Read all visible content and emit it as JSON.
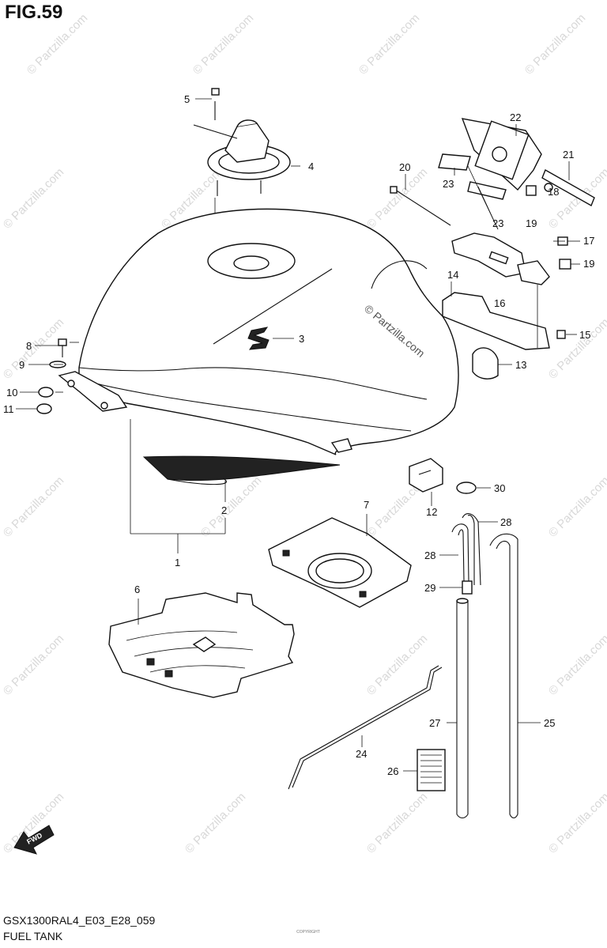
{
  "figure": {
    "title": "FIG.59"
  },
  "watermark": "© Partzilla.com",
  "tank_watermark": "© Partzilla.com",
  "fwd_label": "FWD",
  "callouts": [
    "1",
    "2",
    "3",
    "4",
    "5",
    "6",
    "7",
    "8",
    "9",
    "10",
    "11",
    "12",
    "13",
    "14",
    "15",
    "16",
    "17",
    "18",
    "19",
    "19",
    "20",
    "21",
    "22",
    "23",
    "23",
    "24",
    "25",
    "26",
    "27",
    "28",
    "28",
    "29",
    "30"
  ],
  "footer": {
    "model_code": "GSX1300RAL4_E03_E28_059",
    "caption": "FUEL TANK",
    "copyright": "COPYRIGHT"
  }
}
